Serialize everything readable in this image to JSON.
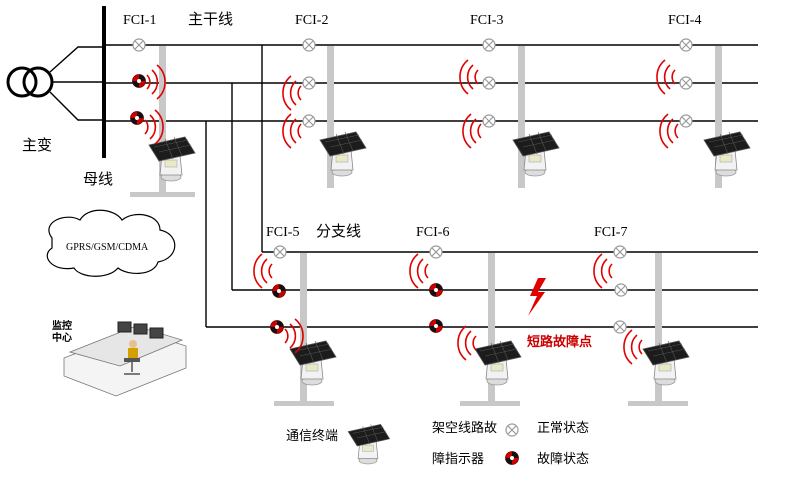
{
  "labels": {
    "fci1": "FCI-1",
    "fci2": "FCI-2",
    "fci3": "FCI-3",
    "fci4": "FCI-4",
    "fci5": "FCI-5",
    "fci6": "FCI-6",
    "fci7": "FCI-7",
    "main_line": "主干线",
    "branch_line": "分支线",
    "transformer": "主变",
    "busbar": "母线",
    "cloud": "GPRS/GSM/CDMA",
    "monitor_center_1": "监控",
    "monitor_center_2": "中心",
    "fault_point": "短路故障点",
    "legend_terminal": "通信终端",
    "legend_indicator_1": "架空线路故",
    "legend_indicator_2": "障指示器",
    "legend_normal": "正常状态",
    "legend_fault": "故障状态"
  },
  "colors": {
    "line": "#000000",
    "pole": "#c8c8c8",
    "fault": "#cc0000",
    "normal_ring": "#b0b0b0",
    "wave": "#e00000"
  },
  "icons": {
    "normal_indicator": "circle-x-icon",
    "fault_indicator": "red-black-quartered-circle-icon",
    "terminal": "solar-panel-terminal-icon",
    "transformer": "transformer-double-circle-icon",
    "lightning": "lightning-bolt-icon"
  }
}
